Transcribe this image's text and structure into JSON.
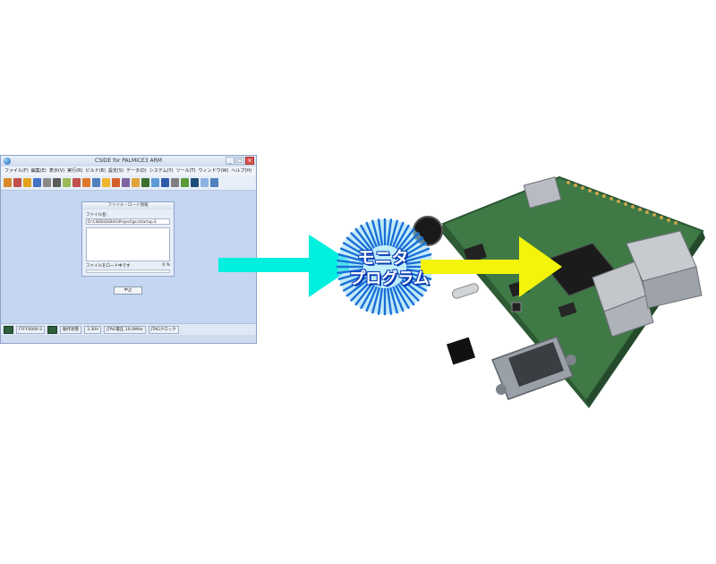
{
  "ide": {
    "title": "CSIDE for PALMiCE3 ARM",
    "window_buttons": [
      "_",
      "□",
      "×"
    ],
    "menu": [
      "ファイル(F)",
      "編集(E)",
      "表示(V)",
      "実行(R)",
      "ビルド(B)",
      "設定(S)",
      "データ(D)",
      "システム(Y)",
      "ツール(T)",
      "ウィンドウ(W)",
      "ヘルプ(H)"
    ],
    "toolbar_colors": [
      "#d9892b",
      "#c0504d",
      "#e3a21a",
      "#4472c4",
      "#8a8a8a",
      "#5a5a5a",
      "#9bbb59",
      "#c0504d",
      "#e0782a",
      "#4f81bd",
      "#f1b52b",
      "#d35f2b",
      "#8064a2",
      "#e0a43a",
      "#3c6e2d",
      "#5b9bd5",
      "#2e5aa8",
      "#7f7f7f",
      "#5a9a3a",
      "#1f4e79",
      "#8db3e2",
      "#4f81bd"
    ],
    "dialog": {
      "title": "ファイル・ロード情報",
      "file_label": "ファイル名：",
      "file_value": "D:\\CSIDE\\DEBUG\\Project\\gcc\\startup.S",
      "status_text": "ファイルをロード中です",
      "percent": "0 %",
      "progress": 0.0,
      "cancel_label": "中止"
    },
    "statusbar": {
      "address": "FFFF0000 S",
      "state_label": "動作状態",
      "voltage": "3.30V",
      "jtag_freq": "JTAG電圧 10.0MHz",
      "jtag_clock": "JTAGクロック"
    }
  },
  "label": {
    "line1": "モニタ",
    "line2": "プログラム"
  },
  "colors": {
    "arrow_cyan": "#00f0e0",
    "arrow_yellow": "#f4f40a",
    "burst_blue": "#1a6fd6",
    "board_green": "#3f7a46"
  }
}
